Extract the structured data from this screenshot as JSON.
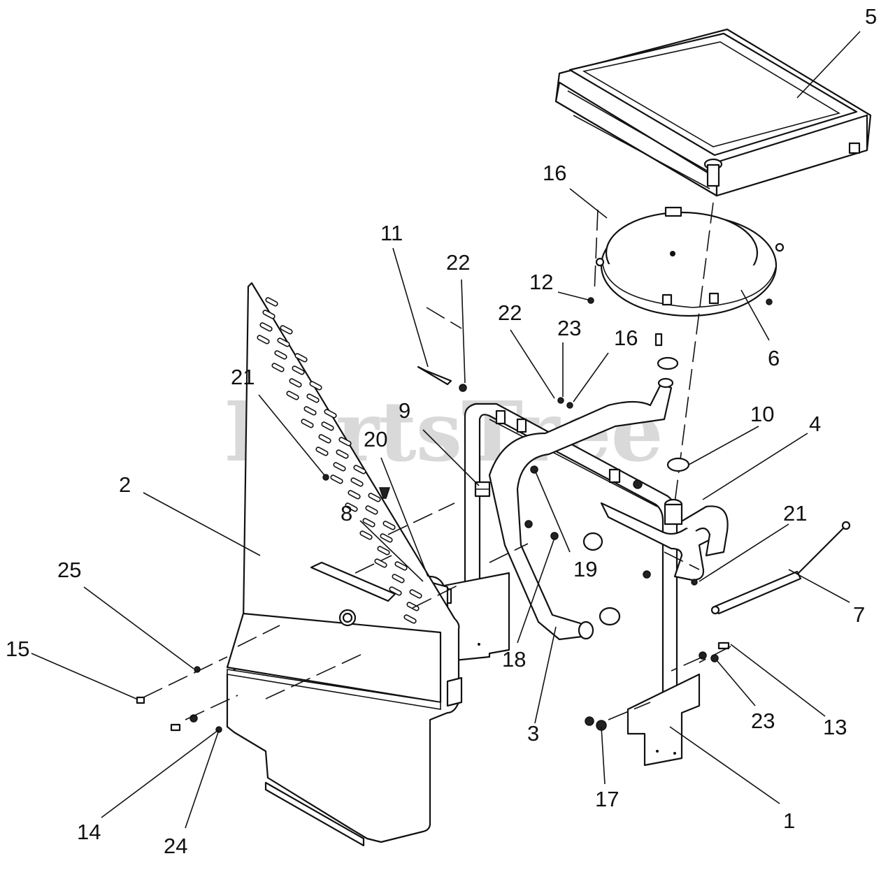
{
  "watermark": "PartsTree",
  "callouts": [
    {
      "id": "c5",
      "text": "5"
    },
    {
      "id": "c16a",
      "text": "16"
    },
    {
      "id": "c11",
      "text": "11"
    },
    {
      "id": "c22a",
      "text": "22"
    },
    {
      "id": "c12",
      "text": "12"
    },
    {
      "id": "c22b",
      "text": "22"
    },
    {
      "id": "c23a",
      "text": "23"
    },
    {
      "id": "c16b",
      "text": "16"
    },
    {
      "id": "c6",
      "text": "6"
    },
    {
      "id": "c21a",
      "text": "21"
    },
    {
      "id": "c9",
      "text": "9"
    },
    {
      "id": "c10",
      "text": "10"
    },
    {
      "id": "c4",
      "text": "4"
    },
    {
      "id": "c20",
      "text": "20"
    },
    {
      "id": "c2",
      "text": "2"
    },
    {
      "id": "c8",
      "text": "8"
    },
    {
      "id": "c21b",
      "text": "21"
    },
    {
      "id": "c19",
      "text": "19"
    },
    {
      "id": "c25",
      "text": "25"
    },
    {
      "id": "c7",
      "text": "7"
    },
    {
      "id": "c15",
      "text": "15"
    },
    {
      "id": "c18",
      "text": "18"
    },
    {
      "id": "c23b",
      "text": "23"
    },
    {
      "id": "c13",
      "text": "13"
    },
    {
      "id": "c3",
      "text": "3"
    },
    {
      "id": "c17",
      "text": "17"
    },
    {
      "id": "c14",
      "text": "14"
    },
    {
      "id": "c1",
      "text": "1"
    },
    {
      "id": "c24",
      "text": "24"
    }
  ]
}
